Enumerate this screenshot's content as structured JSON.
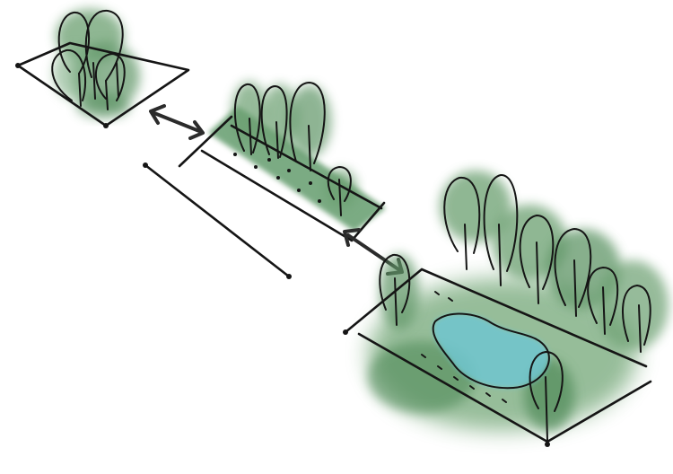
{
  "diagram": {
    "colors": {
      "ink": "#151515",
      "foliage_light": "#7fae85",
      "foliage_mid": "#5f9566",
      "foliage_dark": "#3f7a4a",
      "ground_green": "#5e9a63",
      "water": "#6fc6d0",
      "arrow": "#2b2b2b"
    },
    "elements": [
      "small-garden-plot",
      "linear-tree-corridor",
      "large-park-with-pond",
      "double-arrow-connection"
    ]
  }
}
